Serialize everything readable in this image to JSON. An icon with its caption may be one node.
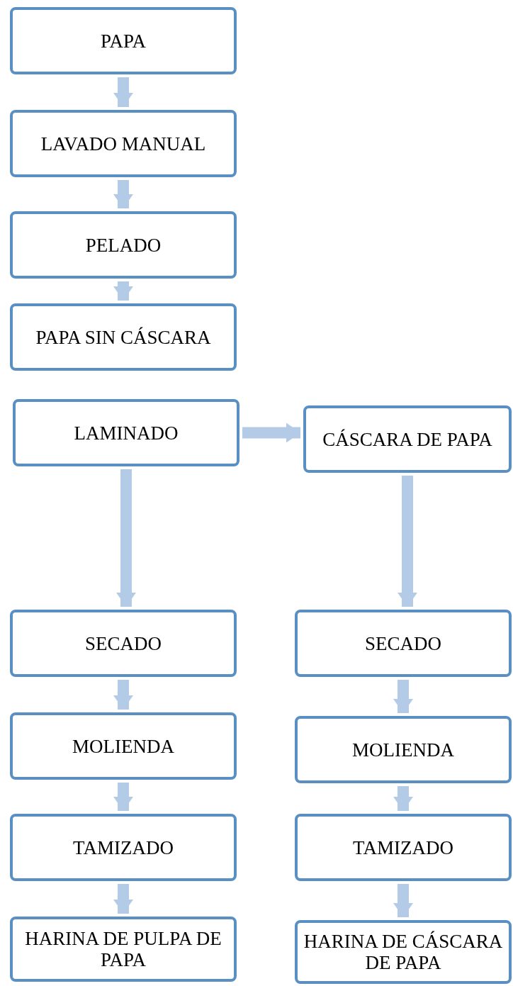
{
  "diagram": {
    "nodes": [
      {
        "text": [
          "PAPA"
        ]
      },
      {
        "text": [
          "LAVADO MANUAL"
        ]
      },
      {
        "text": [
          "PELADO"
        ]
      },
      {
        "text": [
          "PAPA SIN CÁSCARA"
        ]
      },
      {
        "text": [
          "LAMINADO"
        ]
      },
      {
        "text": [
          "CÁSCARA DE PAPA"
        ]
      },
      {
        "text": [
          "SECADO"
        ]
      },
      {
        "text": [
          "MOLIENDA"
        ]
      },
      {
        "text": [
          "TAMIZADO"
        ]
      },
      {
        "text": [
          "HARINA DE PULPA DE PAPA"
        ]
      },
      {
        "text": [
          "SECADO"
        ]
      },
      {
        "text": [
          "MOLIENDA"
        ]
      },
      {
        "text": [
          "TAMIZADO"
        ]
      },
      {
        "text": [
          "HARINA DE CÁSCARA DE PAPA"
        ]
      }
    ],
    "edges": [
      {
        "from": 0,
        "to": 1,
        "arrow": "to"
      },
      {
        "from": 1,
        "to": 2,
        "arrow": "to"
      },
      {
        "from": 2,
        "to": 3,
        "arrow": "to"
      },
      {
        "from": 4,
        "to": 5,
        "arrow": "to"
      },
      {
        "from": 4,
        "to": 6,
        "arrow": "to"
      },
      {
        "from": 6,
        "to": 7,
        "arrow": "to"
      },
      {
        "from": 7,
        "to": 8,
        "arrow": "to"
      },
      {
        "from": 8,
        "to": 9,
        "arrow": "to"
      },
      {
        "from": 5,
        "to": 10,
        "arrow": "to"
      },
      {
        "from": 10,
        "to": 11,
        "arrow": "to"
      },
      {
        "from": 11,
        "to": 12,
        "arrow": "to"
      },
      {
        "from": 12,
        "to": 13,
        "arrow": "to"
      }
    ]
  }
}
